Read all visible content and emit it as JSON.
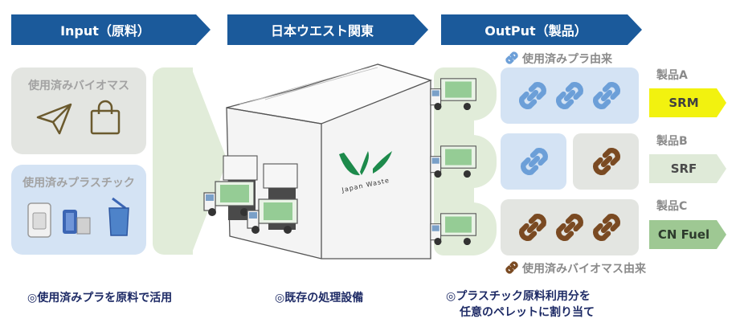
{
  "headers": {
    "input": "Input（原料）",
    "plant": "日本ウエスト関東",
    "output": "OutPut（製品）"
  },
  "inputs": {
    "biomass_label": "使用済みバイオマス",
    "plastic_label": "使用済みプラスチック"
  },
  "plant": {
    "logo_text": "Japan Waste"
  },
  "legend": {
    "plastic": "使用済みプラ由来",
    "biomass": "使用済みバイオマス由来"
  },
  "products": [
    {
      "label": "製品A",
      "name": "SRM",
      "color": "#f2f20f",
      "text_color": "#404040"
    },
    {
      "label": "製品B",
      "name": "SRF",
      "color": "#dfead8",
      "text_color": "#4a4a4a"
    },
    {
      "label": "製品C",
      "name": "CN Fuel",
      "color": "#9ec893",
      "text_color": "#2d3b2d"
    }
  ],
  "captions": {
    "input": "◎使用済みプラを原料で活用",
    "plant": "◎既存の処理設備",
    "output_line1": "◎プラスチック原料利用分を",
    "output_line2": "任意のペレットに割り当て"
  },
  "colors": {
    "header_blue": "#1b5a9b",
    "plastic_link": "#6c9fd8",
    "biomass_link": "#7a4a22",
    "caption_navy": "#1e2b66"
  }
}
